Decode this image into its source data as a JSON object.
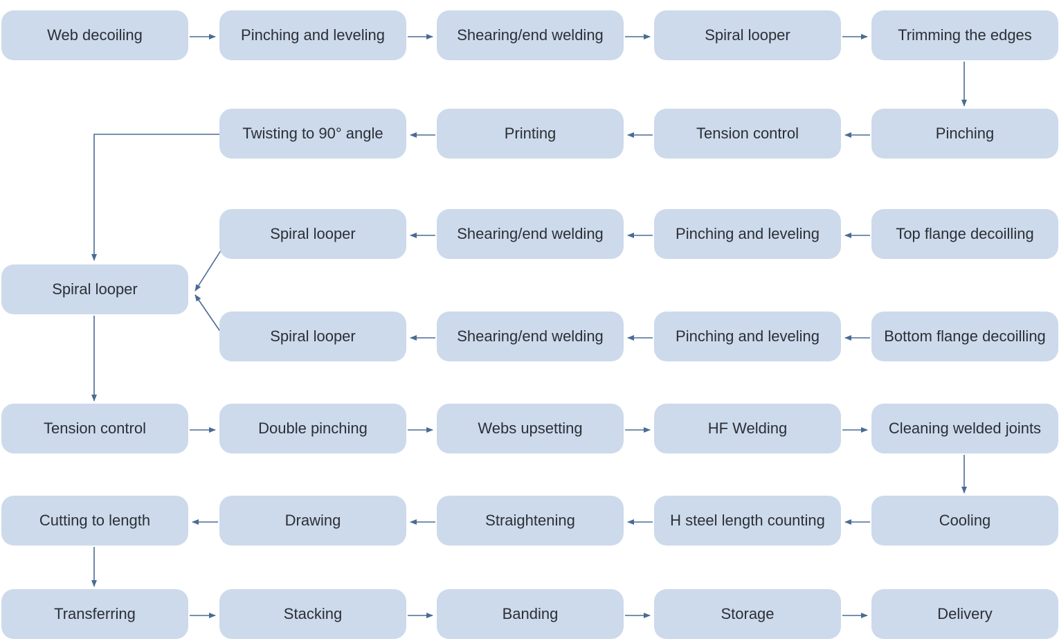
{
  "diagram": {
    "colors": {
      "node_fill": "#ccdaeb",
      "edge": "#4a6b93",
      "text": "#2b2f36"
    },
    "nodes": [
      {
        "id": "r1c1",
        "label": "Web decoiling"
      },
      {
        "id": "r1c2",
        "label": "Pinching and leveling"
      },
      {
        "id": "r1c3",
        "label": "Shearing/end welding"
      },
      {
        "id": "r1c4",
        "label": "Spiral looper"
      },
      {
        "id": "r1c5",
        "label": "Trimming the edges"
      },
      {
        "id": "r2c2",
        "label": "Twisting to 90° angle"
      },
      {
        "id": "r2c3",
        "label": "Printing"
      },
      {
        "id": "r2c4",
        "label": "Tension control"
      },
      {
        "id": "r2c5",
        "label": "Pinching"
      },
      {
        "id": "r3c2",
        "label": "Spiral looper"
      },
      {
        "id": "r3c3",
        "label": "Shearing/end welding"
      },
      {
        "id": "r3c4",
        "label": "Pinching and leveling"
      },
      {
        "id": "r3c5",
        "label": "Top flange decoilling"
      },
      {
        "id": "mid",
        "label": "Spiral looper"
      },
      {
        "id": "r4c2",
        "label": "Spiral looper"
      },
      {
        "id": "r4c3",
        "label": "Shearing/end welding"
      },
      {
        "id": "r4c4",
        "label": "Pinching and leveling"
      },
      {
        "id": "r4c5",
        "label": "Bottom flange decoilling"
      },
      {
        "id": "r5c1",
        "label": "Tension control"
      },
      {
        "id": "r5c2",
        "label": "Double pinching"
      },
      {
        "id": "r5c3",
        "label": "Webs upsetting"
      },
      {
        "id": "r5c4",
        "label": "HF Welding"
      },
      {
        "id": "r5c5",
        "label": "Cleaning welded joints"
      },
      {
        "id": "r6c1",
        "label": "Cutting to length"
      },
      {
        "id": "r6c2",
        "label": "Drawing"
      },
      {
        "id": "r6c3",
        "label": "Straightening"
      },
      {
        "id": "r6c4",
        "label": "H steel length counting"
      },
      {
        "id": "r6c5",
        "label": "Cooling"
      },
      {
        "id": "r7c1",
        "label": "Transferring"
      },
      {
        "id": "r7c2",
        "label": "Stacking"
      },
      {
        "id": "r7c3",
        "label": "Banding"
      },
      {
        "id": "r7c4",
        "label": "Storage"
      },
      {
        "id": "r7c5",
        "label": "Delivery"
      }
    ],
    "edges": [
      [
        "r1c1",
        "r1c2"
      ],
      [
        "r1c2",
        "r1c3"
      ],
      [
        "r1c3",
        "r1c4"
      ],
      [
        "r1c4",
        "r1c5"
      ],
      [
        "r1c5",
        "r2c5"
      ],
      [
        "r2c5",
        "r2c4"
      ],
      [
        "r2c4",
        "r2c3"
      ],
      [
        "r2c3",
        "r2c2"
      ],
      [
        "r2c2",
        "mid"
      ],
      [
        "r3c5",
        "r3c4"
      ],
      [
        "r3c4",
        "r3c3"
      ],
      [
        "r3c3",
        "r3c2"
      ],
      [
        "r3c2",
        "mid"
      ],
      [
        "r4c5",
        "r4c4"
      ],
      [
        "r4c4",
        "r4c3"
      ],
      [
        "r4c3",
        "r4c2"
      ],
      [
        "r4c2",
        "mid"
      ],
      [
        "mid",
        "r5c1"
      ],
      [
        "r5c1",
        "r5c2"
      ],
      [
        "r5c2",
        "r5c3"
      ],
      [
        "r5c3",
        "r5c4"
      ],
      [
        "r5c4",
        "r5c5"
      ],
      [
        "r5c5",
        "r6c5"
      ],
      [
        "r6c5",
        "r6c4"
      ],
      [
        "r6c4",
        "r6c3"
      ],
      [
        "r6c3",
        "r6c2"
      ],
      [
        "r6c2",
        "r6c1"
      ],
      [
        "r6c1",
        "r7c1"
      ],
      [
        "r7c1",
        "r7c2"
      ],
      [
        "r7c2",
        "r7c3"
      ],
      [
        "r7c3",
        "r7c4"
      ],
      [
        "r7c4",
        "r7c5"
      ]
    ]
  }
}
